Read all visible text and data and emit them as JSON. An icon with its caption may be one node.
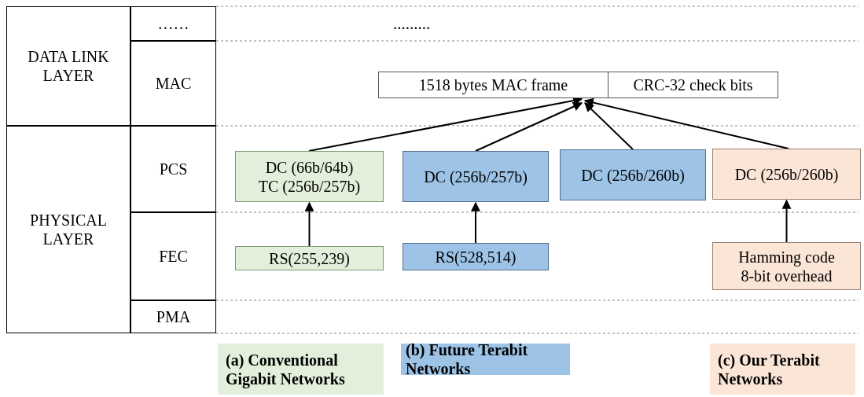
{
  "diagram": {
    "nodes": [
      {
        "text": [
          "DATA LINK LAYER"
        ]
      },
      {
        "text": [
          "PHYSICAL LAYER"
        ]
      },
      {
        "text": [
          "……"
        ]
      },
      {
        "text": [
          "MAC"
        ]
      },
      {
        "text": [
          "PCS"
        ]
      },
      {
        "text": [
          "FEC"
        ]
      },
      {
        "text": [
          "PMA"
        ]
      },
      {
        "text": [
          "1518 bytes MAC frame"
        ]
      },
      {
        "text": [
          "CRC-32 check bits"
        ]
      },
      {
        "text": [
          "DC (66b/64b) TC (256b/257b)"
        ]
      },
      {
        "text": [
          "DC (256b/257b)"
        ]
      },
      {
        "text": [
          "DC (256b/260b)"
        ]
      },
      {
        "text": [
          "DC (256b/260b)"
        ]
      },
      {
        "text": [
          "RS(255,239)"
        ]
      },
      {
        "text": [
          "RS(528,514)"
        ]
      },
      {
        "text": [
          "Hamming code 8-bit overhead"
        ]
      },
      {
        "text": [
          "(a) Conventional Gigabit Networks"
        ]
      },
      {
        "text": [
          "(b) Future Terabit Networks"
        ]
      },
      {
        "text": [
          "(c) Our Terabit Networks"
        ]
      }
    ],
    "edges": [
      {
        "from": 9,
        "to": 7,
        "arrow": "to"
      },
      {
        "from": 10,
        "to": 7,
        "arrow": "to"
      },
      {
        "from": 11,
        "to": 7,
        "arrow": "to"
      },
      {
        "from": 12,
        "to": 7,
        "arrow": "to"
      },
      {
        "from": 13,
        "to": 9,
        "arrow": "to"
      },
      {
        "from": 14,
        "to": 10,
        "arrow": "to"
      },
      {
        "from": 15,
        "to": 12,
        "arrow": "to"
      }
    ],
    "labels": [
      "........."
    ]
  }
}
